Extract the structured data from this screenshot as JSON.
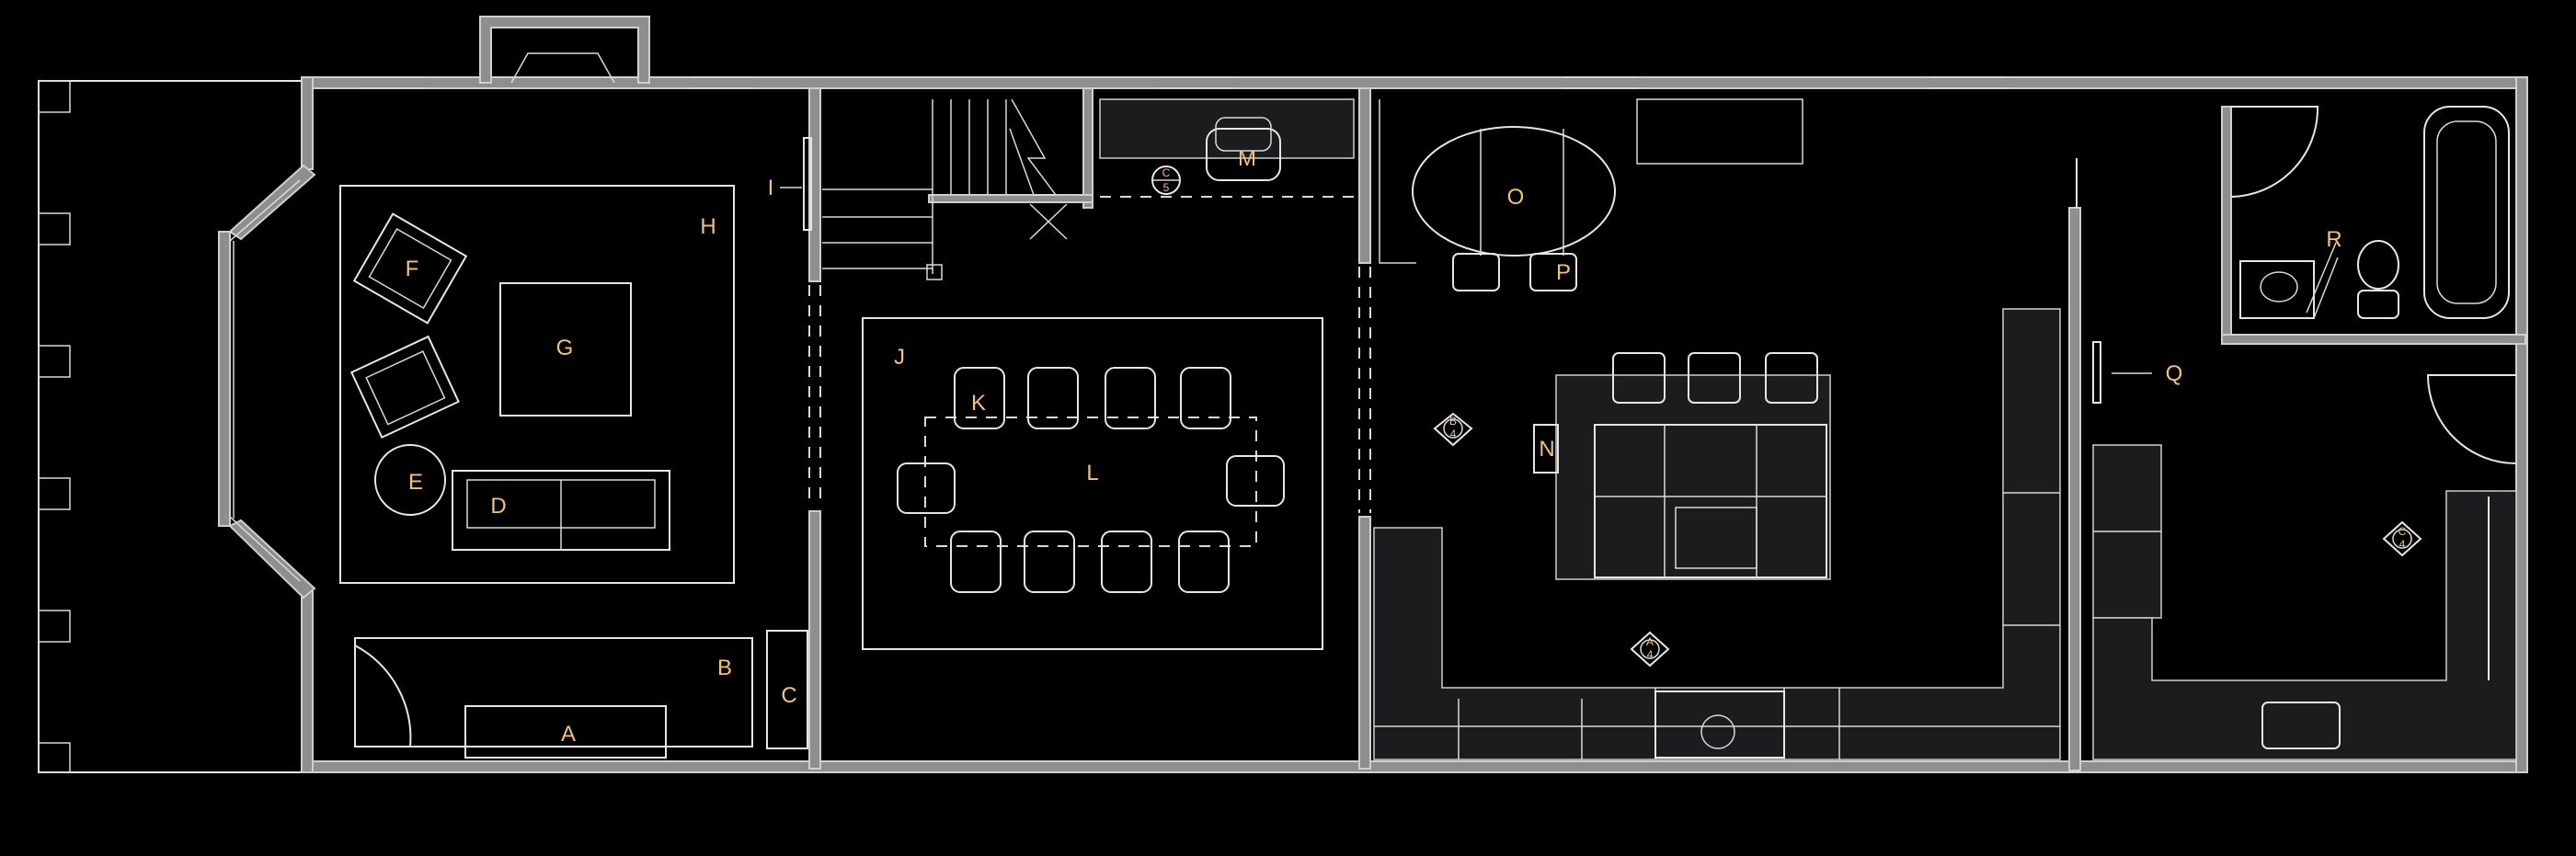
{
  "labels": {
    "a": "A",
    "b": "B",
    "c": "C",
    "d": "D",
    "e": "E",
    "f": "F",
    "g": "G",
    "h": "H",
    "i": "I",
    "j": "J",
    "k": "K",
    "l": "L",
    "m": "M",
    "n": "N",
    "o": "O",
    "p": "P",
    "q": "Q",
    "r": "R"
  },
  "section_marker": {
    "top": "C",
    "bottom": "5"
  },
  "elevation_markers": [
    {
      "top": "B",
      "bottom": "4"
    },
    {
      "top": "A",
      "bottom": "4"
    },
    {
      "top": "C",
      "bottom": "4"
    }
  ],
  "colors": {
    "background": "#000000",
    "walls": "#8e8e8e",
    "linework": "#e6e6e6",
    "labels": "#f3c27a",
    "cabinetry": "#1a1c1e"
  }
}
